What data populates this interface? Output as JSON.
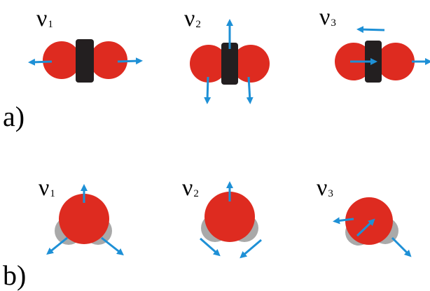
{
  "panels": [
    {
      "label": "a)",
      "modes": [
        {
          "symbol": "ν",
          "sub": "1"
        },
        {
          "symbol": "ν",
          "sub": "2"
        },
        {
          "symbol": "ν",
          "sub": "3"
        }
      ]
    },
    {
      "label": "b)",
      "modes": [
        {
          "symbol": "ν",
          "sub": "1"
        },
        {
          "symbol": "ν",
          "sub": "2"
        },
        {
          "symbol": "ν",
          "sub": "3"
        }
      ]
    }
  ],
  "colors": {
    "oxygen": "#de2b20",
    "carbon": "#231f20",
    "hydrogen": "#a9a9a9",
    "arrow": "#1e90d6"
  },
  "icons": [
    "co2-molecule-icon",
    "h2o-molecule-icon",
    "displacement-arrow-icon"
  ]
}
